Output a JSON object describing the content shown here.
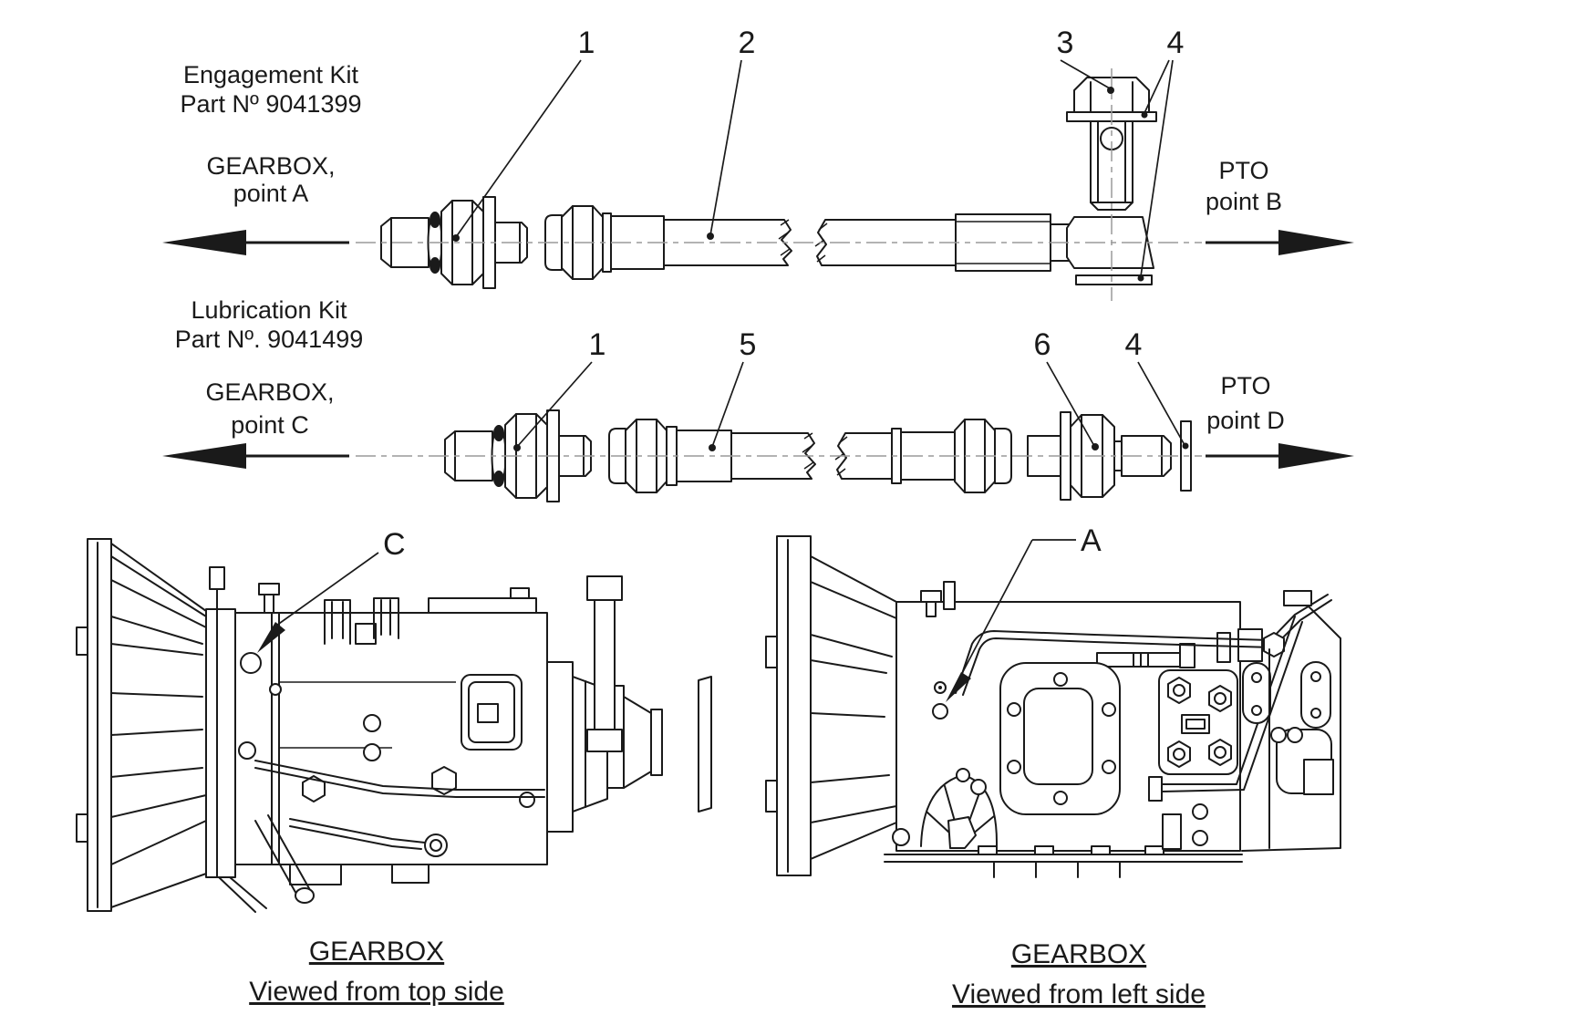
{
  "page": {
    "background": "#ffffff",
    "line_color": "#1a1a1a",
    "centerline_color": "#9a9a9a"
  },
  "engagement_kit": {
    "title_line1": "Engagement Kit",
    "title_line2": "Part Nº 9041399",
    "source_line1": "GEARBOX,",
    "source_line2": "point A",
    "dest_line1": "PTO",
    "dest_line2": "point B",
    "callout_1": "1",
    "callout_2": "2",
    "callout_3": "3",
    "callout_4": "4"
  },
  "lubrication_kit": {
    "title_line1": "Lubrication Kit",
    "title_line2": "Part Nº. 9041499",
    "source_line1": "GEARBOX,",
    "source_line2": "point C",
    "dest_line1": "PTO",
    "dest_line2": "point D",
    "callout_1": "1",
    "callout_5": "5",
    "callout_6": "6",
    "callout_4": "4"
  },
  "top_view": {
    "point_label": "C",
    "caption_line1": "GEARBOX",
    "caption_line2": "Viewed from top side"
  },
  "left_view": {
    "point_label": "A",
    "caption_line1": "GEARBOX",
    "caption_line2": "Viewed from left side"
  }
}
